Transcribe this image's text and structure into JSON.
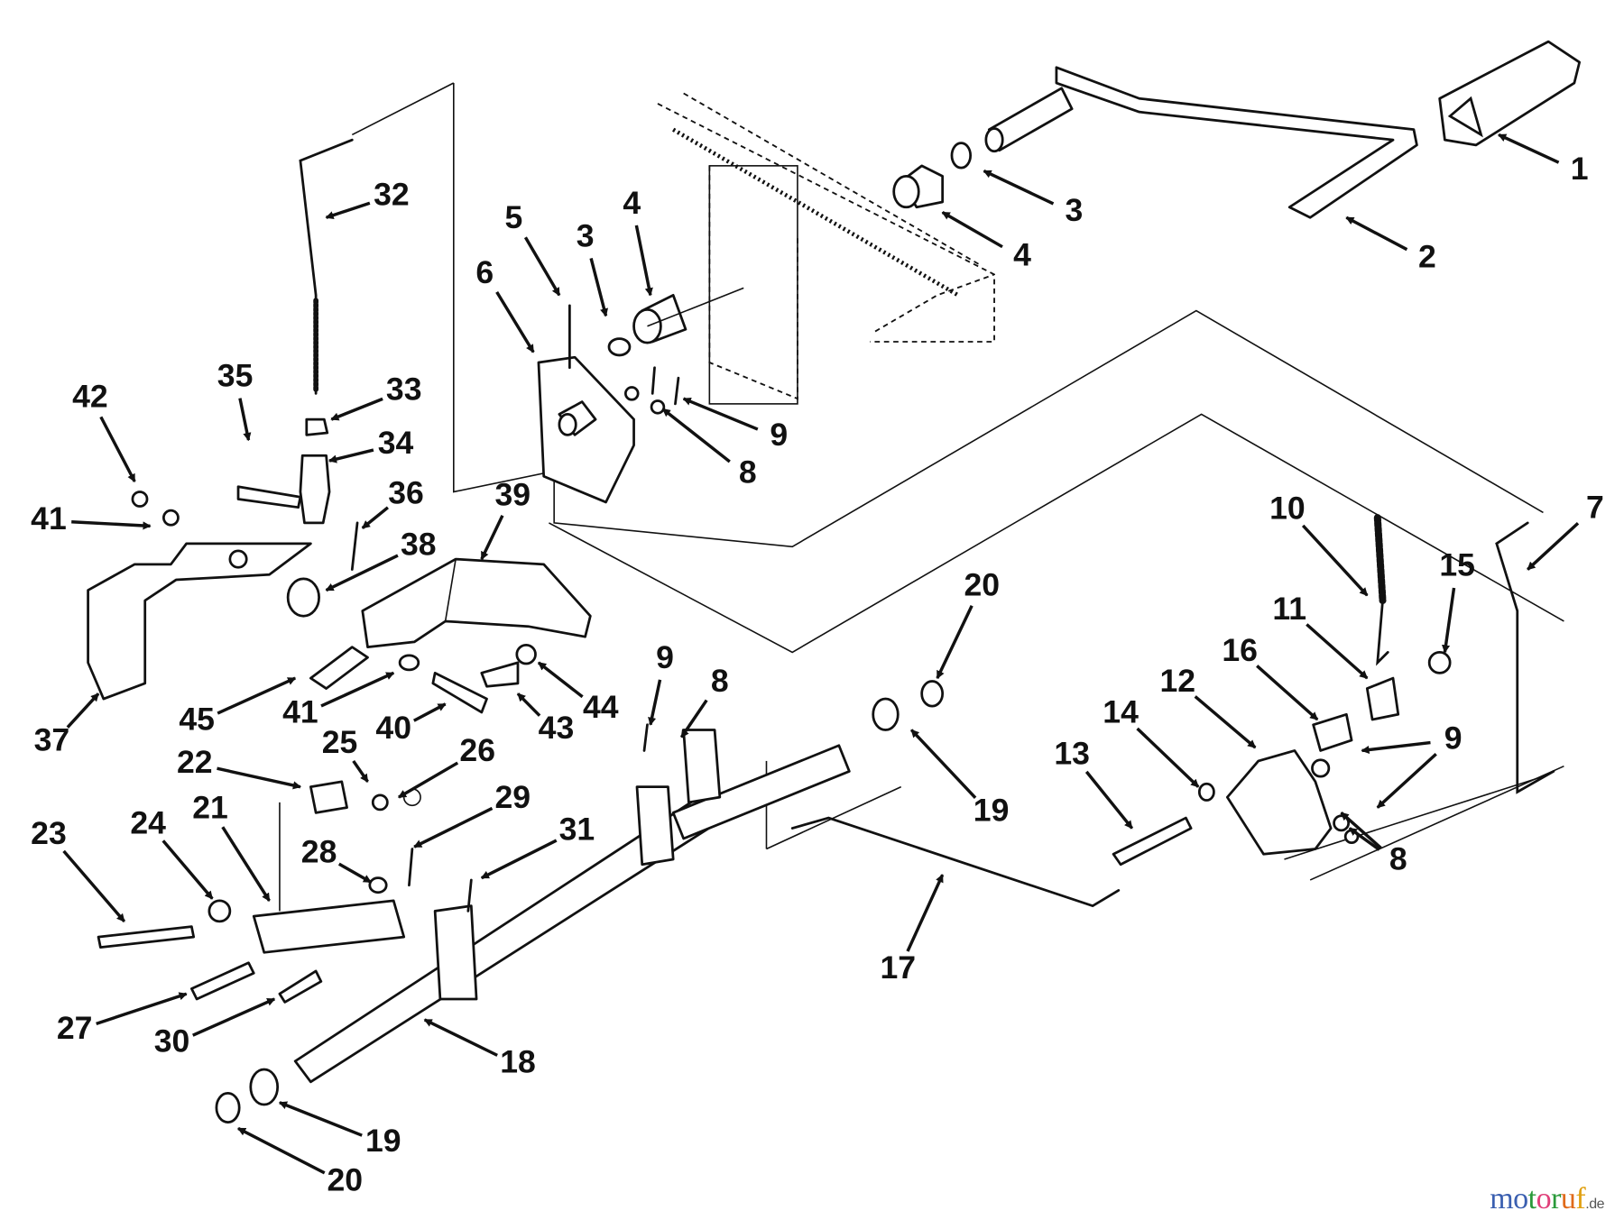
{
  "diagram": {
    "callouts": [
      "1",
      "2",
      "3",
      "4",
      "5",
      "3",
      "4",
      "6",
      "9",
      "8",
      "32",
      "33",
      "34",
      "35",
      "36",
      "42",
      "41",
      "38",
      "39",
      "37",
      "45",
      "41",
      "40",
      "43",
      "44",
      "10",
      "7",
      "15",
      "11",
      "16",
      "12",
      "14",
      "13",
      "9",
      "8",
      "20",
      "19",
      "9",
      "8",
      "25",
      "22",
      "26",
      "29",
      "28",
      "31",
      "23",
      "24",
      "21",
      "17",
      "27",
      "30",
      "18",
      "19",
      "20"
    ]
  },
  "watermark": {
    "text": "motoruf",
    "suffix": ".de",
    "colors": [
      "#3a5fb0",
      "#3a5fb0",
      "#2a9a3a",
      "#e0407a",
      "#2a9a3a",
      "#e06a1a",
      "#e0a010"
    ]
  }
}
